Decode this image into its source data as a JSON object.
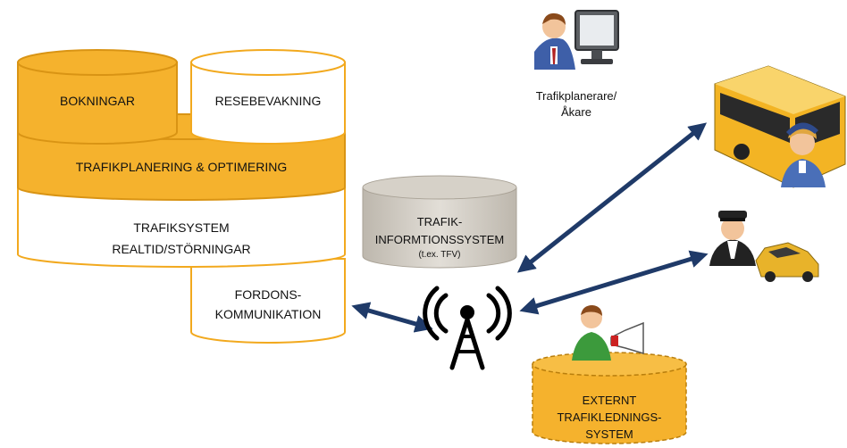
{
  "stack": {
    "bokningar": "BOKNINGAR",
    "resebevakning": "RESEBEVAKNING",
    "trafikplanering": "TRAFIKPLANERING & OPTIMERING",
    "trafiksystem_line1": "TRAFIKSYSTEM",
    "trafiksystem_line2": "REALTID/STÖRNINGAR",
    "fordon_line1": "FORDONS-",
    "fordon_line2": "KOMMUNIKATION"
  },
  "info_system": {
    "line1": "TRAFIK-",
    "line2": "INFORMTIONSSYSTEM",
    "line3": "(t.ex. TFV)"
  },
  "external": {
    "line1": "EXTERNT",
    "line2": "TRAFIKLEDNINGS-",
    "line3": "SYSTEM"
  },
  "planner": {
    "line1": "Trafikplanerare/",
    "line2": "Åkare"
  },
  "colors": {
    "orange": "#F5B22D",
    "orange_dark": "#C98A10",
    "arrow": "#1F3A68",
    "gray": "#D6D1C8"
  }
}
